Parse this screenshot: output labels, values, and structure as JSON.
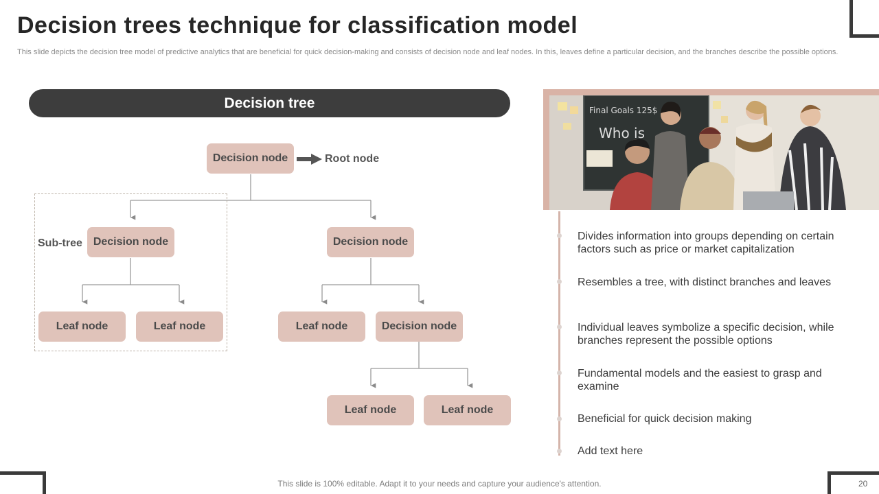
{
  "header": {
    "title": "Decision trees technique for classification model",
    "subtitle": "This slide depicts the decision tree model of predictive analytics that are beneficial for quick decision-making and consists of decision node and leaf nodes. In this, leaves define a particular decision, and the branches describe the possible options."
  },
  "diagram": {
    "heading": "Decision tree",
    "root_label": "Root node",
    "subtree_label": "Sub-tree",
    "nodes": {
      "root": "Decision node",
      "left": "Decision node",
      "right": "Decision node",
      "leaf_ll": "Leaf node",
      "leaf_lr": "Leaf node",
      "leaf_rl": "Leaf node",
      "right_child": "Decision node",
      "leaf_bl": "Leaf node",
      "leaf_br": "Leaf node"
    }
  },
  "points": [
    "Divides information into groups depending on certain factors such as price or market capitalization",
    "Resembles a tree, with distinct branches and leaves",
    "Individual leaves symbolize a specific decision, while branches represent the possible options",
    "Fundamental models and the easiest to grasp and examine",
    "Beneficial for quick decision making",
    "Add text here"
  ],
  "photo": {
    "board_text_1": "Final Goals 125$",
    "board_text_2": "Who is"
  },
  "footer": {
    "note": "This slide is 100% editable. Adapt it to your needs and capture your audience's attention.",
    "page": "20"
  }
}
